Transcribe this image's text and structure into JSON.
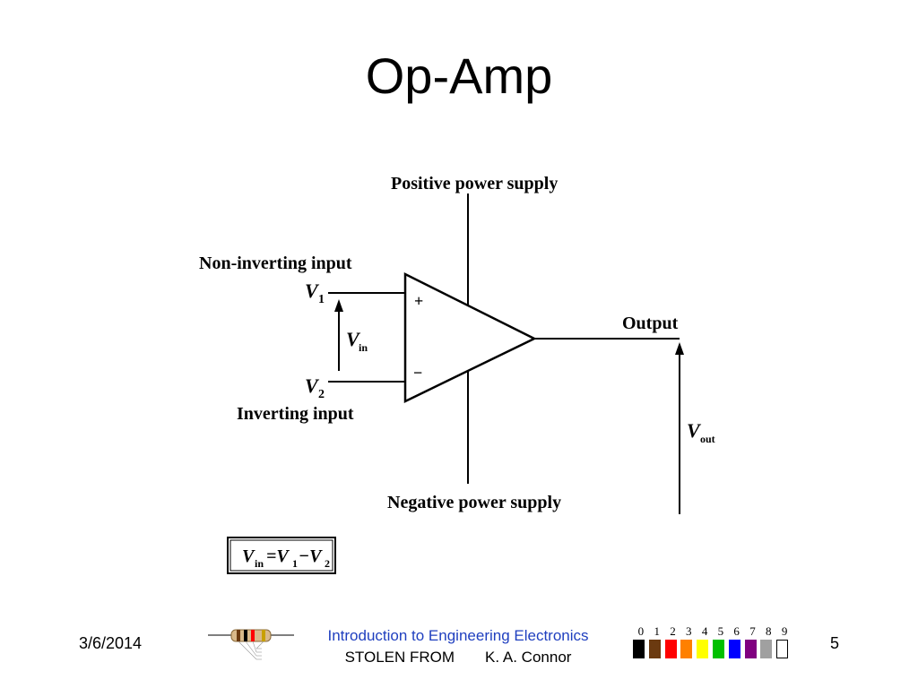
{
  "slide": {
    "title": "Op-Amp",
    "date": "3/6/2014",
    "page_number": "5"
  },
  "diagram": {
    "positive_supply_label": "Positive power supply",
    "negative_supply_label": "Negative power supply",
    "noninverting_label": "Non-inverting input",
    "inverting_label": "Inverting input",
    "output_label": "Output",
    "plus_sign": "+",
    "minus_sign": "−",
    "v1_main": "V",
    "v1_sub": "1",
    "v2_main": "V",
    "v2_sub": "2",
    "vin_main": "V",
    "vin_sub": "in",
    "vout_main": "V",
    "vout_sub": "out",
    "formula": {
      "v": "V",
      "in": "in",
      "eq": "=V",
      "one": "1",
      "minus": "−V",
      "two": "2"
    }
  },
  "footer": {
    "course": "Introduction to Engineering Electronics",
    "stolen": "STOLEN FROM",
    "author": "K. A. Connor"
  },
  "color_code": {
    "digits": [
      "0",
      "1",
      "2",
      "3",
      "4",
      "5",
      "6",
      "7",
      "8",
      "9"
    ],
    "colors": [
      "#000000",
      "#6b3a10",
      "#ff0000",
      "#ff8000",
      "#ffff00",
      "#00c000",
      "#0000ff",
      "#800080",
      "#a0a0a0",
      "#ffffff"
    ]
  }
}
